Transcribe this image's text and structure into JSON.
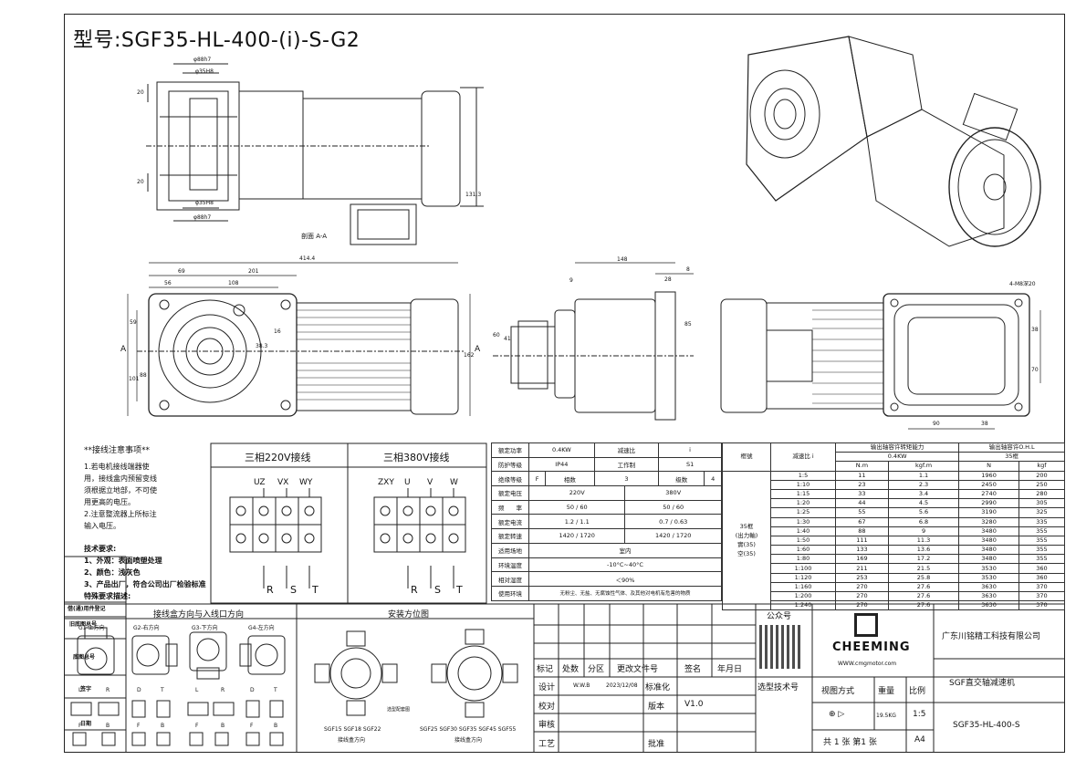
{
  "model_title": "型号:SGF35-HL-400-(i)-S-G2",
  "section_label": "剖面 A-A",
  "dims": {
    "d88h7_top": "φ88h7",
    "d35h8_top": "φ35H8",
    "d35h8_bot": "φ35H8",
    "d88h7_bot": "φ88h7",
    "d20_a": "20",
    "d20_b": "20",
    "d131": "131.3",
    "d414": "414.4",
    "d69": "69",
    "d201": "201",
    "d56": "56",
    "d108": "108",
    "d59": "59",
    "d88": "88",
    "d101": "101",
    "d16": "16",
    "d383": "38.3",
    "d162": "162",
    "dA_left": "A",
    "dA_right": "A",
    "d148": "148",
    "d9": "9",
    "d28": "28",
    "d8": "8",
    "d85": "85",
    "d60": "60",
    "d41": "41",
    "d4m8": "4-M8深20",
    "d38": "38",
    "d70": "70",
    "d90": "90",
    "d38b": "38"
  },
  "wiring": {
    "notes_title": "**接线注意事项**",
    "notes": [
      "1.若电机接线端器使",
      "用，接线盒内预留变线",
      "须根据立地部，不可使",
      "用更高的电压。",
      "2.注意整流器上所标注",
      "输入电压。"
    ],
    "tech_title": "技术要求:",
    "tech": [
      "1、外观：表面喷塑处理",
      "2、颜色：浅灰色",
      "3、产品出厂，符合公司出厂检验标准",
      "特殊要求描述:"
    ],
    "t220_title": "三相220V接线",
    "t380_title": "三相380V接线",
    "t220_top": [
      "UZ",
      "VX",
      "WY"
    ],
    "t380_top": [
      "ZXY",
      "U",
      "V",
      "W"
    ],
    "rst": [
      "R",
      "S",
      "T"
    ]
  },
  "spec": {
    "rows": [
      [
        "额定功率",
        "0.4KW",
        "减速比",
        "i"
      ],
      [
        "防护等级",
        "IP44",
        "工作制",
        "S1"
      ],
      [
        "绝缘等级",
        "F",
        "相数",
        "3",
        "级数",
        "4"
      ],
      [
        "额定电压",
        "220V",
        "380V"
      ],
      [
        "频　　率",
        "50 / 60",
        "50 / 60"
      ],
      [
        "额定电流",
        "1.2 / 1.1",
        "0.7 / 0.63"
      ],
      [
        "额定转速",
        "1420 / 1720",
        "1420 / 1720"
      ],
      [
        "适用场地",
        "室内"
      ],
      [
        "环境温度",
        "-10°C~40°C"
      ],
      [
        "相对湿度",
        "＜90%"
      ],
      [
        "使用环境",
        "无粉尘、无盐、无腐蚀性气体、及其他对电机有危害的物质"
      ]
    ]
  },
  "ratio_table": {
    "h_frame": "框號",
    "h_ratio": "减速比 i",
    "h_torque": "输出轴容许转矩能力",
    "h_torque_sub": "0.4KW",
    "h_ohl": "输出轴容许O.H.L",
    "h_ohl_sub": "35框",
    "u_nm": "N.m",
    "u_kgfm": "kgf.m",
    "u_n": "N",
    "u_kgf": "kgf",
    "frame_note": [
      "35框",
      "(出力軸)",
      "實(35)",
      "空(35)"
    ],
    "rows": [
      [
        "1:5",
        "11",
        "1.1",
        "1960",
        "200"
      ],
      [
        "1:10",
        "23",
        "2.3",
        "2450",
        "250"
      ],
      [
        "1:15",
        "33",
        "3.4",
        "2740",
        "280"
      ],
      [
        "1:20",
        "44",
        "4.5",
        "2990",
        "305"
      ],
      [
        "1:25",
        "55",
        "5.6",
        "3190",
        "325"
      ],
      [
        "1:30",
        "67",
        "6.8",
        "3280",
        "335"
      ],
      [
        "1:40",
        "88",
        "9",
        "3480",
        "355"
      ],
      [
        "1:50",
        "111",
        "11.3",
        "3480",
        "355"
      ],
      [
        "1:60",
        "133",
        "13.6",
        "3480",
        "355"
      ],
      [
        "1:80",
        "169",
        "17.2",
        "3480",
        "355"
      ],
      [
        "1:100",
        "211",
        "21.5",
        "3530",
        "360"
      ],
      [
        "1:120",
        "253",
        "25.8",
        "3530",
        "360"
      ],
      [
        "1:160",
        "270",
        "27.6",
        "3630",
        "370"
      ],
      [
        "1:200",
        "270",
        "27.6",
        "3630",
        "370"
      ],
      [
        "1:240",
        "270",
        "27.6",
        "3630",
        "370"
      ]
    ]
  },
  "left_strip": [
    "借(通)用件登记",
    "旧底图总号",
    "底图总号",
    "签字",
    "日期"
  ],
  "junction": {
    "title": "接线盒方向与入线口方向",
    "dirs": [
      "G1-上方向",
      "G2-右方向",
      "G3-下方向",
      "G4-左方向"
    ],
    "lr": [
      "L",
      "R",
      "D",
      "T",
      "L",
      "R",
      "D",
      "T"
    ],
    "fb": [
      "F",
      "B",
      "F",
      "B",
      "F",
      "B",
      "F",
      "B"
    ]
  },
  "install": {
    "title": "安装方位图",
    "left_caption": [
      "SGF15 SGF18 SGF22",
      "接线盒方向"
    ],
    "right_caption": [
      "SGF25 SGF30 SGF35 SGF45 SGF55",
      "接线盒方向"
    ],
    "tag": "选型配套图"
  },
  "title_block": {
    "rev_headers": [
      "标记",
      "处数",
      "分区",
      "更改文件号",
      "签名",
      "年月日"
    ],
    "design": "设计",
    "designer": "W.W.B",
    "date": "2023/12/08",
    "std": "标准化",
    "check": "校对",
    "version_label": "版本",
    "version": "V1.0",
    "review": "审核",
    "process": "工艺",
    "approve": "批准",
    "public_label": "公众号",
    "select_label": "选型技术号",
    "brand": "CHEEMING",
    "website": "WWW.cmgmotor.com",
    "company": "广东川铭精工科技有限公司",
    "product": "SGF直交轴减速机",
    "view_label": "视图方式",
    "weight_label": "重量",
    "scale_label": "比例",
    "weight": "19.5KG",
    "scale": "1:5",
    "sheets": "共 1 张 第1 张",
    "paper": "A4",
    "code": "SGF35-HL-400-S"
  }
}
